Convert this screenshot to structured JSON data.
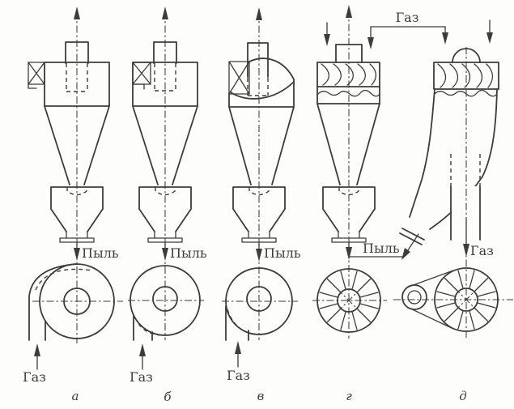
{
  "diagram": {
    "colors": {
      "background": "#fdfdfb",
      "ink": "#3c3c3c"
    },
    "labels": {
      "gas_bottom_a": "Газ",
      "gas_bottom_b": "Газ",
      "gas_bottom_v": "Газ",
      "gas_top": "Газ",
      "gas_outlet_d": "Газ",
      "dust_a": "Пыль",
      "dust_b": "Пыль",
      "dust_v": "Пыль",
      "dust_gd": "Пыль"
    },
    "variant_letters": {
      "a": "а",
      "b": "б",
      "v": "в",
      "g": "г",
      "d": "д"
    }
  }
}
